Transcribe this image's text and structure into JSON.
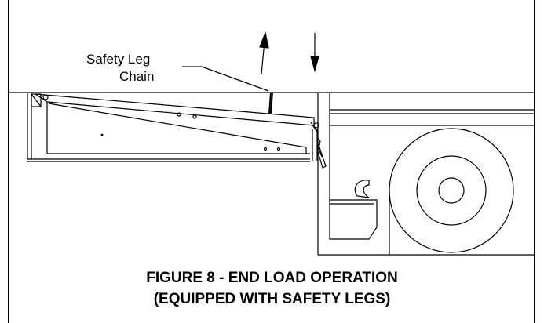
{
  "callout": {
    "line1": "Safety Leg",
    "line2": "Chain"
  },
  "caption": {
    "line1": "FIGURE 8 - END LOAD OPERATION",
    "line2": "(EQUIPPED WITH SAFETY LEGS)"
  },
  "colors": {
    "ink": "#000000",
    "background": "#ffffff"
  }
}
